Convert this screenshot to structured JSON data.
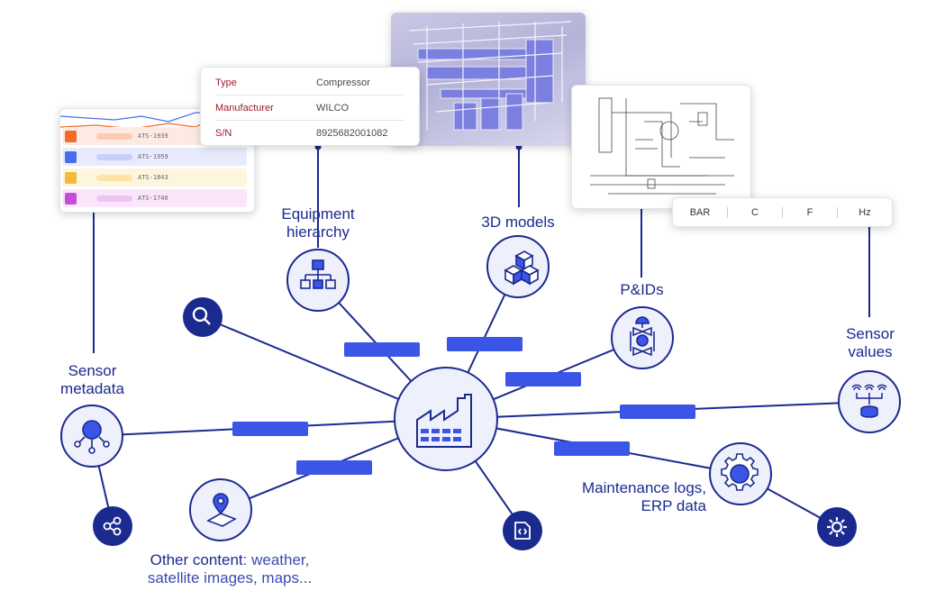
{
  "spec_card": {
    "rows": [
      {
        "key": "Type",
        "value": "Compressor"
      },
      {
        "key": "Manufacturer",
        "value": "WILCO"
      },
      {
        "key": "S/N",
        "value": "8925682001082"
      }
    ]
  },
  "units_bar": {
    "units": [
      "BAR",
      "C",
      "F",
      "Hz"
    ]
  },
  "sensor_list": {
    "rows": [
      {
        "tag": "ATS-1939",
        "color": "#f26b2b",
        "pill": "#fdc9b3"
      },
      {
        "tag": "ATS-1959",
        "color": "#4a6cf0",
        "pill": "#c5d0fb"
      },
      {
        "tag": "ATS-1843",
        "color": "#f6b93b",
        "pill": "#fde3a6"
      },
      {
        "tag": "ATS-1740",
        "color": "#c84ad8",
        "pill": "#efc4f5"
      }
    ]
  },
  "labels": {
    "equipment_hierarchy": "Equipment hierarchy",
    "models_3d": "3D models",
    "pids": "P&IDs",
    "sensor_values": "Sensor values",
    "sensor_metadata": "Sensor metadata",
    "maintenance": "Maintenance logs, ERP data",
    "other_content_strong": "Other content",
    "other_content_rest": ": weather, satellite images, maps..."
  },
  "colors": {
    "primary": "#1b2a8f",
    "accent": "#3b55e6",
    "node_fill": "#eef0fb",
    "bar": "#3b55e6"
  },
  "icons": {
    "hub": "factory-icon",
    "equipment": "hierarchy-icon",
    "models": "cubes-icon",
    "pids": "valve-icon",
    "sensor_values": "wireless-sensors-icon",
    "sensor_metadata": "sensor-network-icon",
    "search": "search-icon",
    "graph": "graph-nodes-icon",
    "document": "document-code-icon",
    "settings": "gear-icon",
    "location": "map-pin-icon"
  }
}
